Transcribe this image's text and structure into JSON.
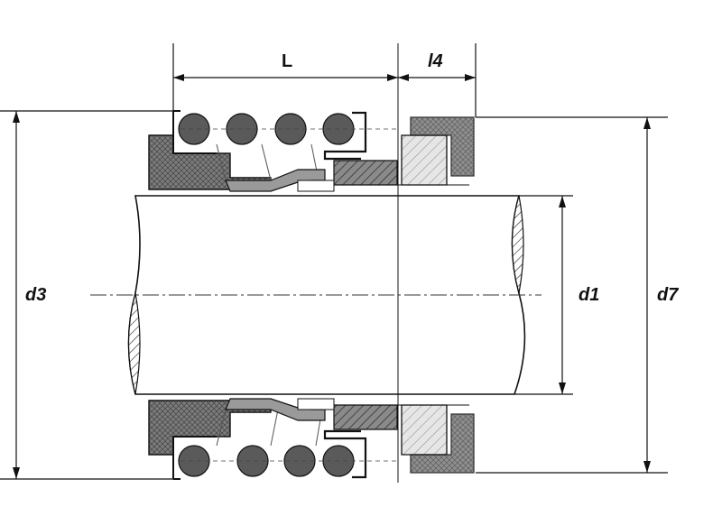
{
  "labels": {
    "L": "L",
    "l4": "l4",
    "d3": "d3",
    "d1": "d1",
    "d7": "d7"
  },
  "colors": {
    "line": "#111111",
    "shaft_fill": "#ffffff",
    "rubber_fill": "#7d7d7d",
    "ring_fill": "#c4c4c4",
    "spring_ball": "#5a5a5a",
    "seat_fill": "#dcdcdc"
  }
}
